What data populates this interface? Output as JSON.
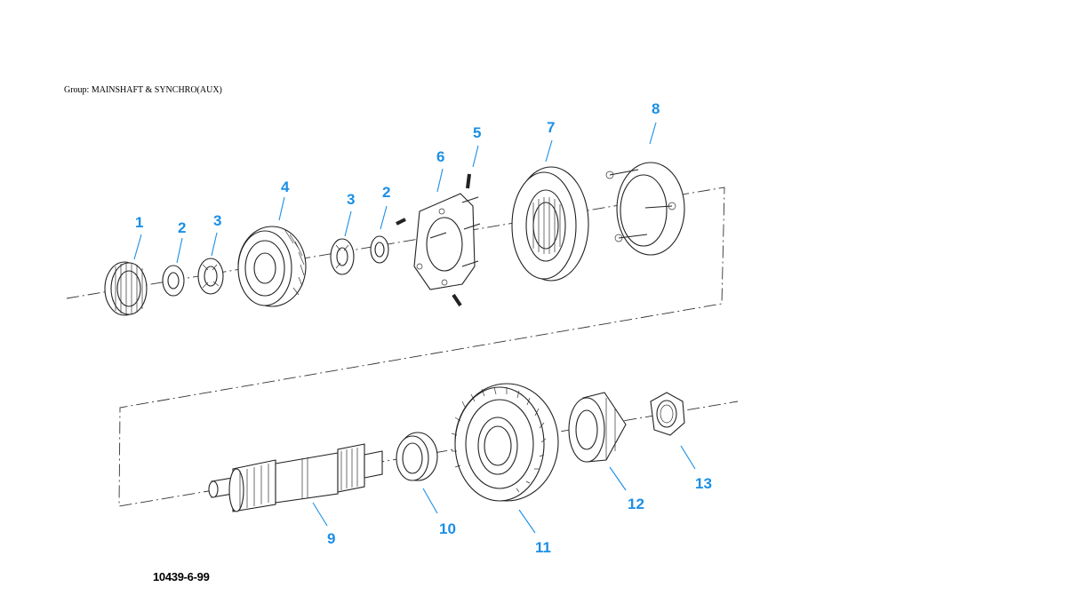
{
  "header": {
    "group_label": "Group: MAINSHAFT & SYNCHRO(AUX)"
  },
  "figure": {
    "id": "10439-6-99"
  },
  "colors": {
    "callout": "#1a8fe6",
    "line": "#222222"
  },
  "callouts": [
    {
      "key": "c1",
      "label": "1"
    },
    {
      "key": "c2a",
      "label": "2"
    },
    {
      "key": "c3a",
      "label": "3"
    },
    {
      "key": "c4",
      "label": "4"
    },
    {
      "key": "c3b",
      "label": "3"
    },
    {
      "key": "c2b",
      "label": "2"
    },
    {
      "key": "c6",
      "label": "6"
    },
    {
      "key": "c5",
      "label": "5"
    },
    {
      "key": "c7",
      "label": "7"
    },
    {
      "key": "c8",
      "label": "8"
    },
    {
      "key": "c9",
      "label": "9"
    },
    {
      "key": "c10",
      "label": "10"
    },
    {
      "key": "c11",
      "label": "11"
    },
    {
      "key": "c12",
      "label": "12"
    },
    {
      "key": "c13",
      "label": "13"
    }
  ]
}
